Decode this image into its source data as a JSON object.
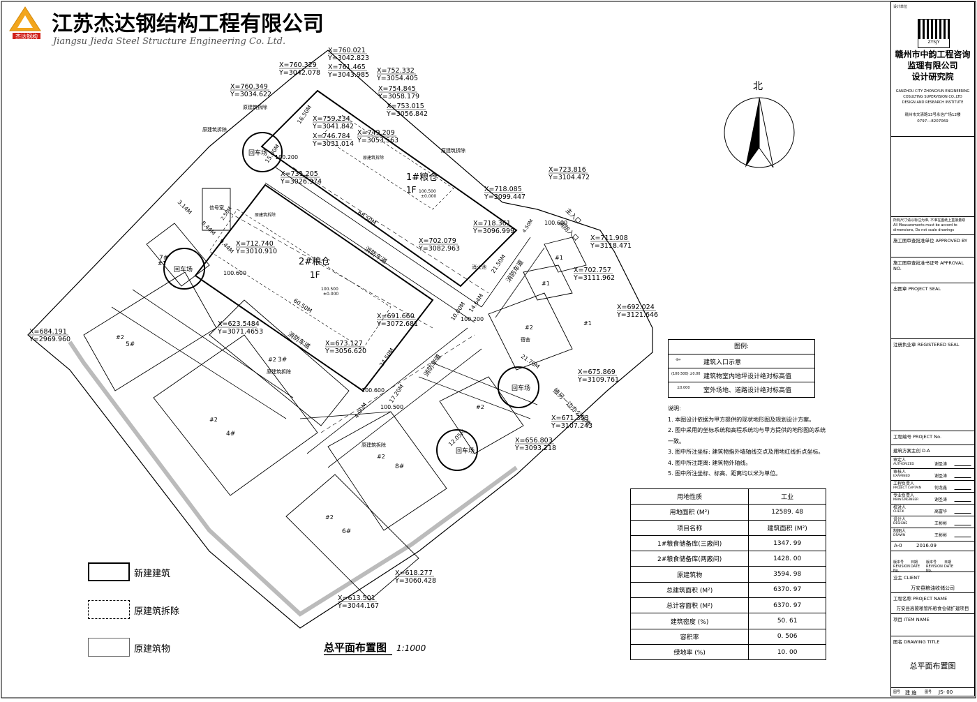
{
  "company": {
    "name_cn": "江苏杰达钢结构工程有限公司",
    "name_en": "Jiangsu Jieda Steel Structure Engineering Co. Ltd.",
    "logo_text": "杰达钢构"
  },
  "drawing": {
    "title": "总平面布置图",
    "scale": "1:1000",
    "north": "北"
  },
  "site_labels": {
    "granary1": "1#粮仓",
    "granary1_floor": "1F",
    "granary2": "2#粮仓",
    "granary2_floor": "1F",
    "turnaround": "回车场",
    "fire_lane": "消防车道",
    "old_demolish": "原建筑拆除",
    "main_entrance": "主入口",
    "fire_entrance": "消防入口",
    "connect_office": "接另一边办公场地",
    "fire_pool": "消火池",
    "dorm": "宿舍",
    "signal_room": "信号室",
    "elev_label": "100.500",
    "elev_floor": "±0.000",
    "elev_200": "100.200",
    "elev_600": "100.600"
  },
  "buildings": [
    {
      "tag": "#2",
      "num": "5#"
    },
    {
      "tag": "#2",
      "num": "4#"
    },
    {
      "tag": "#2",
      "num": "3#"
    },
    {
      "tag": "#2",
      "num": "6#"
    },
    {
      "tag": "#2",
      "num": "8#"
    },
    {
      "tag": "#2",
      "num": ""
    },
    {
      "tag": "#2",
      "num": ""
    },
    {
      "tag": "#1",
      "num": ""
    },
    {
      "tag": "#1",
      "num": ""
    },
    {
      "tag": "#1",
      "num": ""
    },
    {
      "tag": "#1",
      "num": "7#"
    }
  ],
  "dimensions": [
    "16.50M",
    "15.00M",
    "68.50M",
    "60.50M",
    "21.50M",
    "10.00M",
    "14.64M",
    "24.50M",
    "17.20M",
    "4.00M",
    "21.70M",
    "12.05M",
    "9.44M",
    "8.44M",
    "3.14M",
    "2.50M",
    "4.50M"
  ],
  "coordinates": [
    {
      "x": "X=760.021",
      "y": "Y=3042.823"
    },
    {
      "x": "X=761.465",
      "y": "Y=3043.985"
    },
    {
      "x": "X=760.329",
      "y": "Y=3042.078"
    },
    {
      "x": "X=760.349",
      "y": "Y=3034.622"
    },
    {
      "x": "X=752.332",
      "y": "Y=3054.405"
    },
    {
      "x": "X=754.845",
      "y": "Y=3058.179"
    },
    {
      "x": "X=753.015",
      "y": "Y=3056.842"
    },
    {
      "x": "X=759.234",
      "y": "Y=3041.842"
    },
    {
      "x": "X=749.209",
      "y": "Y=3053.563"
    },
    {
      "x": "X=746.784",
      "y": "Y=3031.014"
    },
    {
      "x": "X=731.205",
      "y": "Y=3026.974"
    },
    {
      "x": "X=723.816",
      "y": "Y=3104.472"
    },
    {
      "x": "X=718.085",
      "y": "Y=3099.447"
    },
    {
      "x": "X=718.361",
      "y": "Y=3096.999"
    },
    {
      "x": "X=712.740",
      "y": "Y=3010.910"
    },
    {
      "x": "X=702.079",
      "y": "Y=3082.963"
    },
    {
      "x": "X=711.908",
      "y": "Y=3118.471"
    },
    {
      "x": "X=702.757",
      "y": "Y=3111.962"
    },
    {
      "x": "X=692.024",
      "y": "Y=3121.646"
    },
    {
      "x": "X=691.660",
      "y": "Y=3072.681"
    },
    {
      "x": "X=684.191",
      "y": "Y=2969.960"
    },
    {
      "x": "X=623.5484",
      "y": "Y=3071.4653"
    },
    {
      "x": "X=673.127",
      "y": "Y=3056.620"
    },
    {
      "x": "X=675.869",
      "y": "Y=3109.761"
    },
    {
      "x": "X=671.353",
      "y": "Y=3107.243"
    },
    {
      "x": "X=656.803",
      "y": "Y=3093.218"
    },
    {
      "x": "X=618.277",
      "y": "Y=3060.428"
    },
    {
      "x": "X=613.501",
      "y": "Y=3044.167"
    }
  ],
  "legend": {
    "title": "图例:",
    "items": [
      {
        "symbol": "⇦",
        "text": "建筑入口示意"
      },
      {
        "symbol": "(100.500) ±0.00",
        "text": "建筑物室内地坪设计绝对标高值"
      },
      {
        "symbol": "±0.000",
        "text": "室外场地、道路设计绝对标高值"
      }
    ]
  },
  "notes": {
    "title": "说明:",
    "items": [
      "1. 本图设计依据为甲方提供的现状地形图及规划设计方案。",
      "2. 图中采用的坐标系统和高程系统均与甲方提供的地形图的系统一致。",
      "3. 图中所注坐标: 建筑物指外墙轴线交点及用地红线折点坐标。",
      "4. 图中所注距离: 建筑物外轴线。",
      "5. 图中所注坐标、标高、距离均以米为单位。"
    ]
  },
  "stats": {
    "rows": [
      [
        "用地性质",
        "工业"
      ],
      [
        "用地面积 (M²)",
        "12589. 48"
      ],
      [
        "项目名称",
        "建筑面积 (M²)"
      ],
      [
        "1#粮食储备库(三廒间)",
        "1347. 99"
      ],
      [
        "2#粮食储备库(两廒间)",
        "1428. 00"
      ],
      [
        "原建筑物",
        "3594. 98"
      ],
      [
        "总建筑面积 (M²)",
        "6370. 97"
      ],
      [
        "总计容面积 (M²)",
        "6370. 97"
      ],
      [
        "建筑密度 (%)",
        "50. 61"
      ],
      [
        "容积率",
        "0. 506"
      ],
      [
        "绿地率 (%)",
        "10. 00"
      ]
    ]
  },
  "keys": [
    {
      "text": "新建建筑",
      "style": "solid"
    },
    {
      "text": "原建筑拆除",
      "style": "dashed"
    },
    {
      "text": "原建筑物",
      "style": "thin"
    }
  ],
  "title_block": {
    "header": "设计单位",
    "firm_logo": "ZYSJY",
    "firm_name_1": "赣州市中韵工程咨询",
    "firm_name_2": "监理有限公司",
    "firm_name_3": "设计研究院",
    "firm_en_1": "GANZHOU CITY ZHONGYUN ENGINEERING",
    "firm_en_2": "COSULTING SUPERVISION CO.,LTD",
    "firm_en_3": "DESIGN AND RESEARCH INSTITUTE",
    "address": "赣州市文清路13号永信广场12楼",
    "phone": "0797---8207069",
    "note_cn": "所有尺寸请以标注为准, 不准在图纸上直接量取",
    "note_en": "All Measurements must be accord to dimensions, Do not scale drawings",
    "approved_by": "施工图审查批准单位 APPROVED BY",
    "approval_no": "施工图审查批准书证号 APPROVAL NO.",
    "project_seal": "出图章 PROJECT SEAL",
    "registered_seal": "注册执业章 REGISTERED SEAL",
    "project_no": "工程编号 PROJECT No.",
    "da": "建筑方案主创 D.A",
    "signers": [
      {
        "role": "审定人",
        "role_en": "AUTHORIZED",
        "name": "谢圣涛"
      },
      {
        "role": "审核人",
        "role_en": "EXAMINED",
        "name": "谢圣涛"
      },
      {
        "role": "工程负责人",
        "role_en": "PROJECT CAPTAIN",
        "name": "何龙鑫"
      },
      {
        "role": "专业负责人",
        "role_en": "MAIN ENGINEER",
        "name": "谢圣涛"
      },
      {
        "role": "校对人",
        "role_en": "CHECK",
        "name": "高富华"
      },
      {
        "role": "设计人",
        "role_en": "DESIGNE",
        "name": "王彬彬"
      },
      {
        "role": "制图人",
        "role_en": "DRAWN",
        "name": "王彬彬"
      }
    ],
    "revision": "A-0",
    "date": "2016.09",
    "rev_headers": [
      "版本号 REVISION No.",
      "日期 DATE",
      "版本号 REVISION No.",
      "日期 DATE"
    ],
    "client_label": "业主 CLIENT",
    "client": "万安县粮油收储公司",
    "project_label": "工程名称 PROJECT NAME",
    "project_name": "万安县高陂粮管所粮食仓储扩建项目",
    "item_label": "项目 ITEM NAME",
    "drawing_title_label": "图名 DRAWING TITLE",
    "drawing_title": "总平面布置图",
    "drawing_no_label": "图号",
    "discipline": "建 施",
    "drawing_no_prefix": "图号",
    "drawing_no": "JS- 00"
  }
}
